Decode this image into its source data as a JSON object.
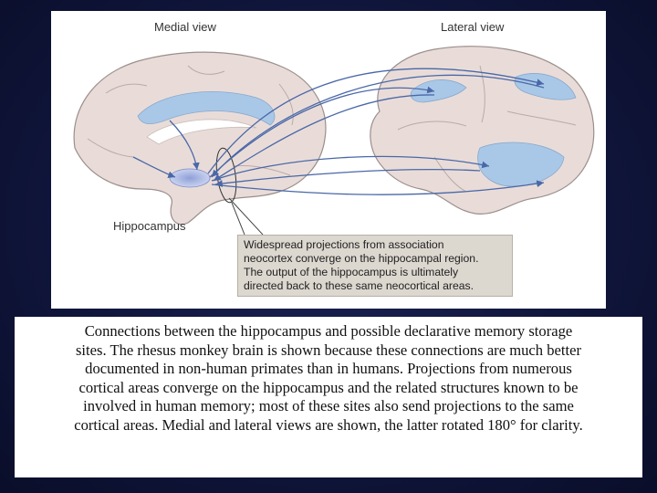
{
  "figure": {
    "medial_label": "Medial view",
    "lateral_label": "Lateral view",
    "hippocampus_label": "Hippocampus",
    "callout_lines": [
      "Widespread projections from association",
      "neocortex converge on the hippocampal region.",
      "The output of the hippocampus is ultimately",
      "directed back to these same neocortical areas."
    ],
    "colors": {
      "brain_fill": "#e9dcd8",
      "brain_outline": "#9a8f8c",
      "highlight": "#a9c8e8",
      "arrow": "#4a68a8",
      "callout_bg": "#dcd7cf"
    }
  },
  "caption": {
    "lines": [
      "Connections between the hippocampus and possible declarative memory storage",
      "sites. The rhesus monkey brain is shown because these connections are much better",
      "documented in non-human primates than in humans. Projections from numerous",
      "cortical areas converge on the hippocampus and the related structures known to be",
      "involved in human memory; most of these sites also send projections to the same",
      "cortical areas. Medial and lateral views are shown, the latter rotated 180° for clarity."
    ]
  }
}
